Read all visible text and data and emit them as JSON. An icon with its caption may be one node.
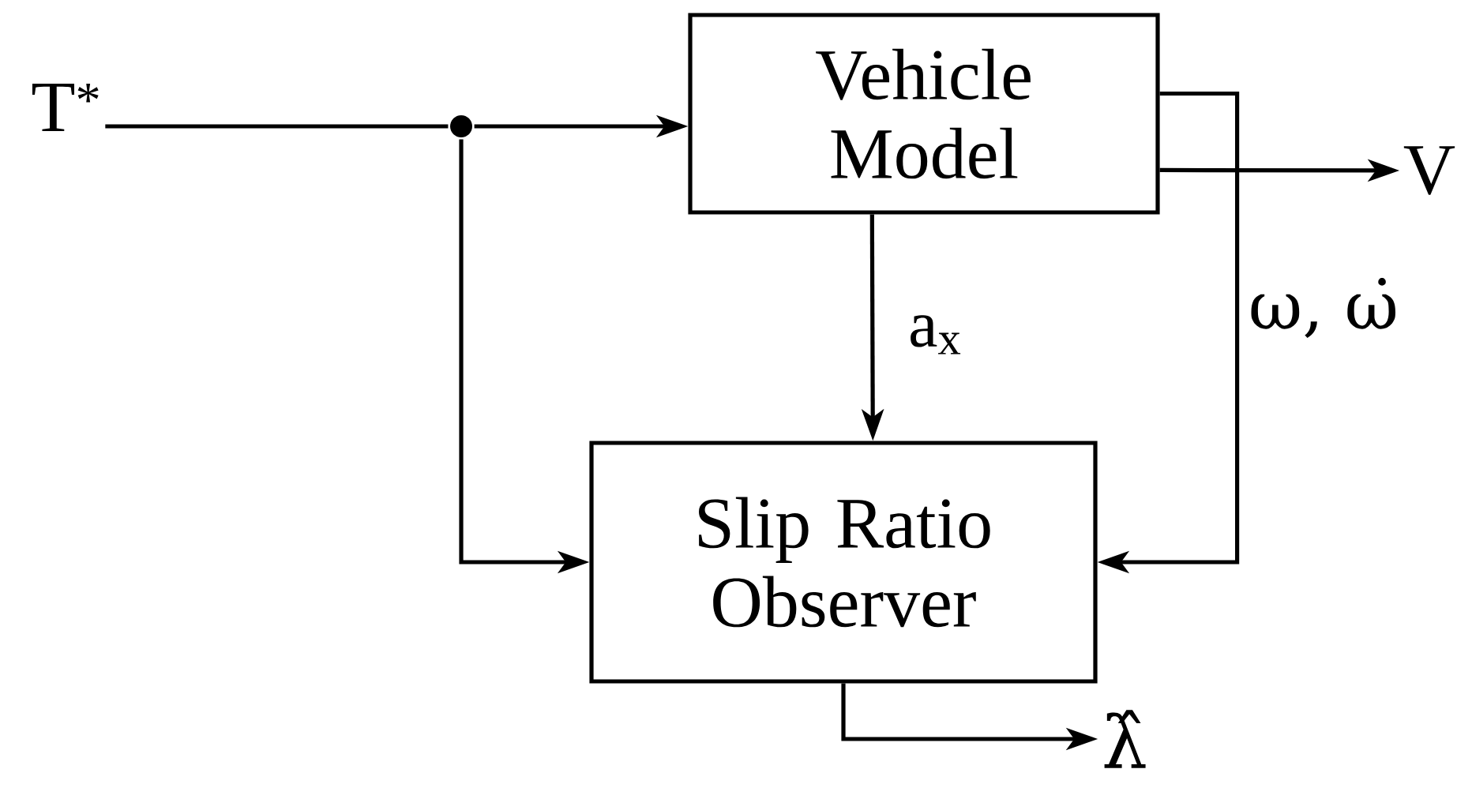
{
  "diagram": {
    "nodes": [
      {
        "text": [
          "T$^{*}$"
        ]
      },
      {
        "text": [
          "Vehicle Model"
        ]
      },
      {
        "text": [
          "Slip Ratio Observer"
        ]
      },
      {
        "text": [
          "V"
        ]
      },
      {
        "text": [
          "λ̂"
        ]
      },
      {
        "text": [],
        "shape": "circle"
      }
    ],
    "edges": [
      {
        "from": 0,
        "to": 5,
        "arrow": "none"
      },
      {
        "from": 5,
        "to": 1,
        "arrow": "to"
      },
      {
        "from": 5,
        "to": 2,
        "arrow": "to"
      },
      {
        "from": 1,
        "to": 3,
        "arrow": "to"
      },
      {
        "from": 1,
        "to": 2,
        "arrow": "to",
        "label": "a$_{x}$"
      },
      {
        "from": 1,
        "to": 2,
        "arrow": "to",
        "label": "ω, ω̇"
      },
      {
        "from": 2,
        "to": 4,
        "arrow": "to"
      }
    ]
  }
}
